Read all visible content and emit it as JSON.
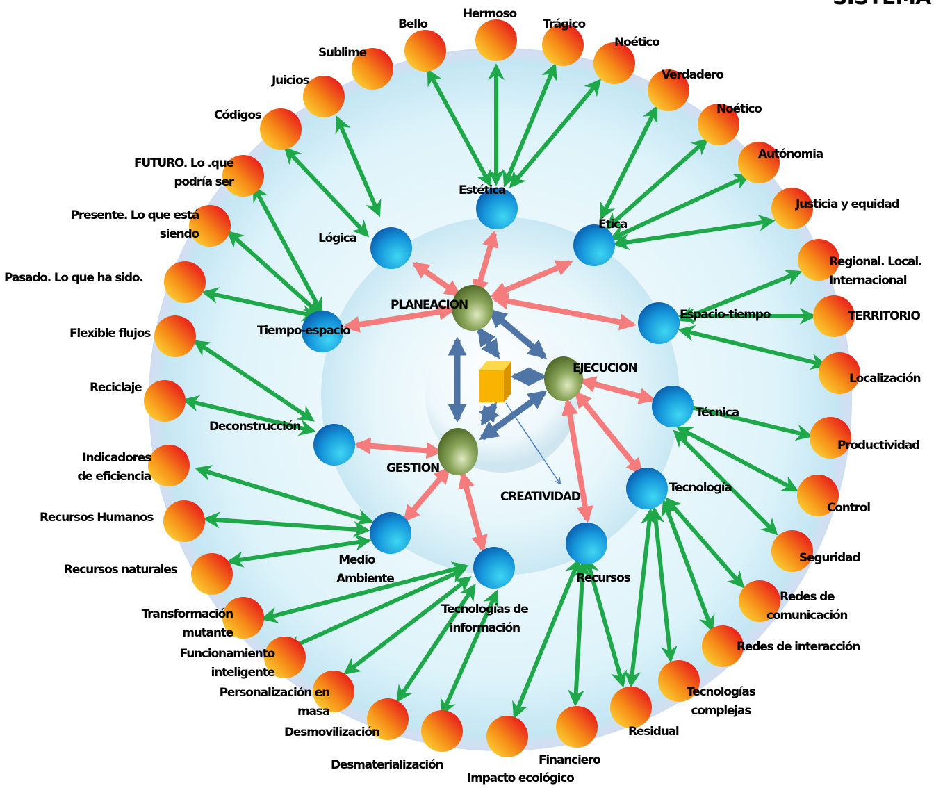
{
  "title_lines": [
    "",
    "SISTEMA"
  ],
  "center": {
    "core_icon": "yellow-cube-icon",
    "phases": {
      "planeacion": "PLANEACION",
      "ejecucion": "EJECUCION",
      "gestion": "GESTION",
      "creatividad": "CREATIVIDAD"
    }
  },
  "dimensions": {
    "estetica": "Estética",
    "logica": "Lógica",
    "etica": "Ética",
    "tiempo_espacio": "Tiempo-espacio",
    "espacio_tiempo": "Espacio-tiempo",
    "deconstruccion": "Deconstrucción",
    "tecnica": "Técnica",
    "tecnologia": "Tecnología",
    "medio_ambiente": [
      "Medio",
      "Ambiente"
    ],
    "tecnologias_informacion": [
      "Tecnologías de",
      "información"
    ],
    "recursos": "Recursos"
  },
  "attributes": {
    "hermoso": "Hermoso",
    "bello": "Bello",
    "tragico": "Trágico",
    "noetico_1": "Noético",
    "sublime": "Sublime",
    "verdadero": "Verdadero",
    "juicios": "Juicios",
    "noetico_2": "Noético",
    "codigos": "Códigos",
    "autonomia": "Autónomia",
    "futuro": [
      "FUTURO. Lo .que",
      "podría ser"
    ],
    "justicia": "Justicia y equidad",
    "presente": [
      "Presente. Lo que está",
      "siendo"
    ],
    "regional": [
      "Regional. Local.",
      "Internacional"
    ],
    "pasado": "Pasado. Lo que ha sido.",
    "territorio": "TERRITORIO",
    "flexible": "Flexible flujos",
    "localizacion": "Localización",
    "reciclaje": "Reciclaje",
    "productividad": "Productividad",
    "indicadores": [
      "Indicadores",
      "de eficiencia"
    ],
    "control": "Control",
    "recursos_humanos": "Recursos Humanos",
    "seguridad": "Seguridad",
    "recursos_naturales": "Recursos naturales",
    "redes_comunicacion": [
      "Redes de",
      "comunicación"
    ],
    "transformacion": [
      "Transformación",
      "mutante"
    ],
    "redes_interaccion": "Redes de interacción",
    "funcionamiento": [
      "Funcionamiento",
      "inteligente"
    ],
    "tecnologias_complejas": [
      "Tecnologías",
      "complejas"
    ],
    "personalizacion": [
      "Personalización en",
      "masa"
    ],
    "desmovilizacion": "Desmovilización",
    "residual": "Residual",
    "desmaterializacion": "Desmaterialización",
    "financiero": "Financiero",
    "impacto": "Impacto ecológico"
  },
  "colors": {
    "ring": "#cdeef8",
    "green_arrow": "#1fa84a",
    "red_arrow": "#f47c7c",
    "blue_arrow": "#4f74a6",
    "olive_node": "#6d8a3c",
    "blue_node": "#1f8fd6",
    "orange_node": "#f37a12"
  }
}
